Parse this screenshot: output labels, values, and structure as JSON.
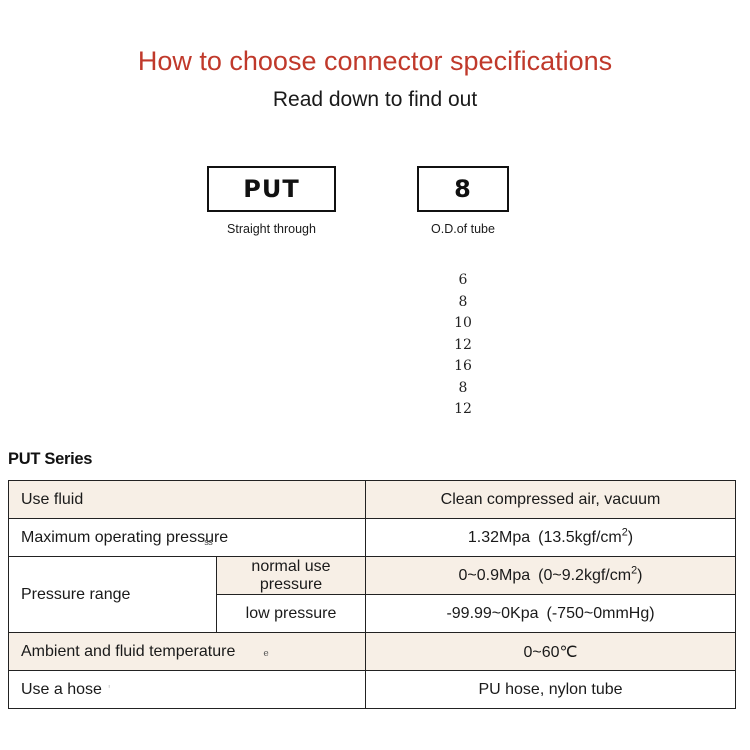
{
  "header": {
    "title": "How to choose connector specifications",
    "subtitle": "Read down to find out",
    "title_color": "#c0392b"
  },
  "selector": {
    "boxes": [
      {
        "code": "PUT",
        "caption": "Straight through"
      },
      {
        "code": "8",
        "caption": "O.D.of tube"
      }
    ],
    "od_options": [
      "6",
      "8",
      "10",
      "12",
      "16",
      "8",
      "12"
    ]
  },
  "spec": {
    "heading": "PUT Series",
    "accent_row_color": "#f7efe6",
    "rows": [
      {
        "label": "Use fluid",
        "value": "Clean compressed air, vacuum"
      },
      {
        "label": "Maximum operating pressure",
        "artifact": "ss",
        "value": "1.32Mpa (13.5kgf/cm²)"
      },
      {
        "label": "Pressure range",
        "sub_rows": [
          {
            "sub_label": "normal use pressure",
            "value": "0~0.9Mpa (0~9.2kgf/cm²)"
          },
          {
            "sub_label": "low pressure",
            "value": "-99.99~0Kpa (-750~0mmHg)"
          }
        ]
      },
      {
        "label": "Ambient and fluid temperature",
        "artifact": "e",
        "value": "0~60℃"
      },
      {
        "label": "Use a hose",
        "value": "PU hose, nylon tube"
      }
    ]
  }
}
